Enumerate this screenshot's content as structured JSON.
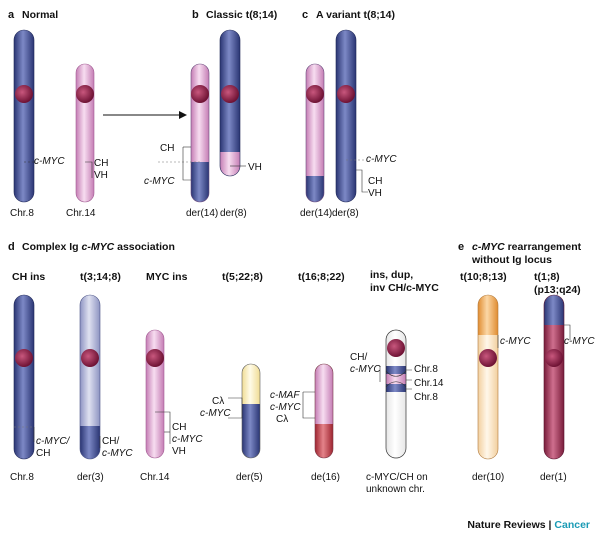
{
  "panels": {
    "a": {
      "letter": "a",
      "title": "Normal"
    },
    "b": {
      "letter": "b",
      "title": "Classic t(8;14)"
    },
    "c": {
      "letter": "c",
      "title": "A variant t(8;14)"
    },
    "d": {
      "letter": "d",
      "title_pre": "Complex Ig ",
      "title_italic": "c-MYC",
      "title_post": " association"
    },
    "e": {
      "letter": "e",
      "title_italic": "c-MYC",
      "title_line1_post": " rearrangement",
      "title_line2": "without Ig locus"
    }
  },
  "labels": {
    "chr8": "Chr.8",
    "chr14": "Chr.14",
    "der14": "der(14)",
    "der8": "der(8)",
    "der3": "der(3)",
    "der5": "der(5)",
    "de16": "de(16)",
    "der10": "der(10)",
    "der1": "der(1)",
    "cmyc": "c-MYC",
    "ch": "CH",
    "vh": "VH",
    "clambda": "Cλ",
    "cmaf": "c-MAF",
    "cmyc_slash": "c-MYC/",
    "ch_slash": "CH/",
    "ch_slash_short": "CH/",
    "chr8_small": "Chr.8",
    "chr14_small": "Chr.14",
    "unknown_line1": "c-MYC/CH on",
    "unknown_line2": "unknown chr."
  },
  "columns_d": {
    "ch_ins": "CH ins",
    "t3_14_8": "t(3;14;8)",
    "myc_ins": "MYC ins",
    "t5_22_8": "t(5;22;8)",
    "t16_8_22": "t(16;8;22)",
    "ins_line1": "ins, dup,",
    "ins_line2": "inv CH/c-MYC"
  },
  "columns_e": {
    "t10_8_13": "t(10;8;13)",
    "t1_8_line1": "t(1;8)",
    "t1_8_line2": "(p13;q24)"
  },
  "credit": {
    "journal": "Nature Reviews",
    "separator": " | ",
    "section": "Cancer"
  },
  "colors": {
    "blue": "#3d4a8e",
    "pink": "#e3a9d5",
    "lightblue": "#b6bada",
    "yellow": "#fbf0bf",
    "red": "#c24046",
    "orange": "#f0ae62",
    "peach": "#fbe6c8",
    "maroon": "#9b2d4e",
    "centromere": "#8d2146"
  }
}
